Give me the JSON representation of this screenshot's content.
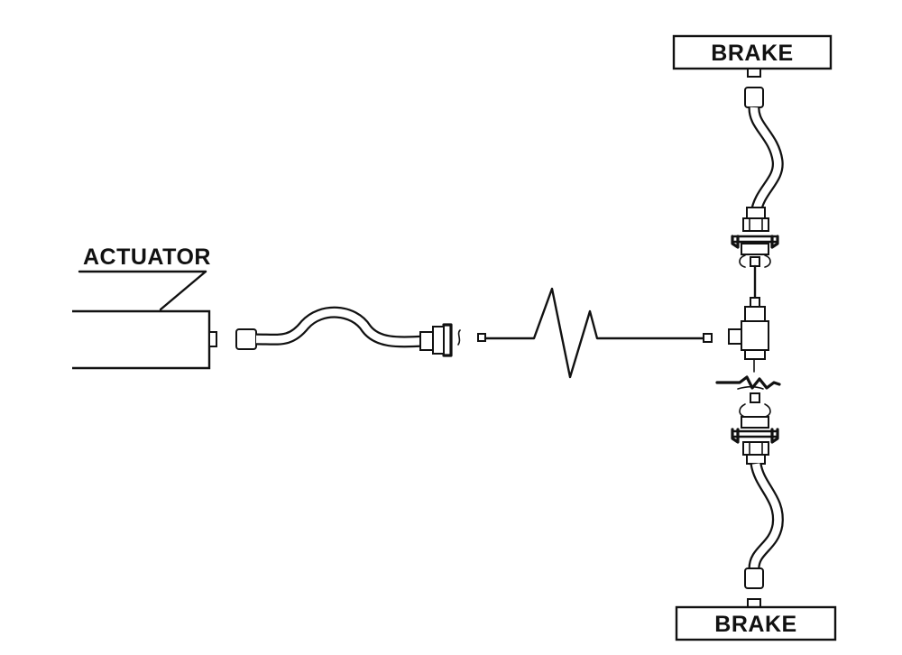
{
  "labels": {
    "brake_top": "BRAKE",
    "brake_bottom": "BRAKE",
    "actuator": "ACTUATOR"
  },
  "colors": {
    "ink": "#111111",
    "background": "#ffffff"
  }
}
